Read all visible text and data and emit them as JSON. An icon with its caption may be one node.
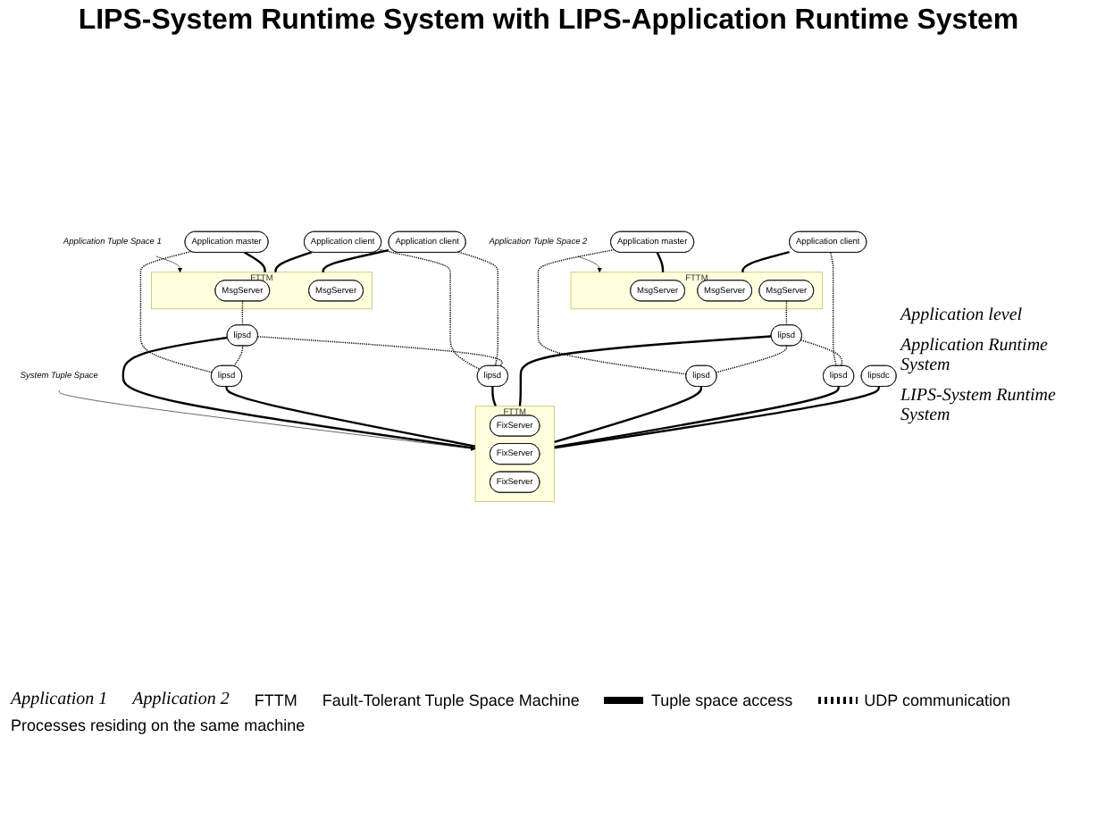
{
  "diagram": {
    "title": "LIPS-System Runtime System with LIPS-Application Runtime System",
    "nodes": [
      {
        "text": [
          "Application Tuple Space 1"
        ]
      },
      {
        "text": [
          "Application master"
        ]
      },
      {
        "text": [
          "Application client"
        ]
      },
      {
        "text": [
          "Application client"
        ]
      },
      {
        "text": [
          "Application Tuple Space 2"
        ]
      },
      {
        "text": [
          "Application master"
        ]
      },
      {
        "text": [
          "Application client"
        ]
      },
      {
        "text": [
          "FTTM"
        ]
      },
      {
        "text": [
          "MsgServer"
        ],
        "in": 7
      },
      {
        "text": [
          "MsgServer"
        ],
        "in": 7
      },
      {
        "text": [
          "FTTM"
        ]
      },
      {
        "text": [
          "MsgServer"
        ],
        "in": 10
      },
      {
        "text": [
          "MsgServer"
        ],
        "in": 10
      },
      {
        "text": [
          "MsgServer"
        ],
        "in": 10
      },
      {
        "text": [
          "lipsd"
        ]
      },
      {
        "text": [
          "lipsd"
        ]
      },
      {
        "text": [
          "lipsd"
        ]
      },
      {
        "text": [
          "lipsd"
        ]
      },
      {
        "text": [
          "lipsd"
        ]
      },
      {
        "text": [
          "lipsd"
        ]
      },
      {
        "text": [
          "FTTM"
        ]
      },
      {
        "text": [
          "FixServer"
        ],
        "in": 20
      },
      {
        "text": [
          "FixServer"
        ],
        "in": 20
      },
      {
        "text": [
          "FixServer"
        ],
        "in": 20
      },
      {
        "text": [
          "System Tuple Space"
        ]
      },
      {
        "text": [
          "lipsdc"
        ]
      }
    ],
    "edges": [
      {
        "from": 0,
        "to": 7,
        "arrow": "to"
      },
      {
        "from": 4,
        "to": 10,
        "arrow": "to"
      },
      {
        "from": 24,
        "to": 20,
        "arrow": "to"
      },
      {
        "from": 1,
        "to": 7,
        "arrow": "none"
      },
      {
        "from": 2,
        "to": 7,
        "arrow": "none"
      },
      {
        "from": 3,
        "to": 7,
        "arrow": "none"
      },
      {
        "from": 5,
        "to": 10,
        "arrow": "none"
      },
      {
        "from": 6,
        "to": 10,
        "arrow": "none"
      },
      {
        "from": 1,
        "to": 15,
        "arrow": "none",
        "style": "dashed"
      },
      {
        "from": 2,
        "to": 16,
        "arrow": "none",
        "style": "dashed"
      },
      {
        "from": 3,
        "to": 16,
        "arrow": "none",
        "style": "dashed"
      },
      {
        "from": 8,
        "to": 14,
        "arrow": "none",
        "style": "dashed"
      },
      {
        "from": 13,
        "to": 17,
        "arrow": "none",
        "style": "dashed"
      },
      {
        "from": 5,
        "to": 18,
        "arrow": "none",
        "style": "dashed"
      },
      {
        "from": 6,
        "to": 19,
        "arrow": "none",
        "style": "dashed"
      },
      {
        "from": 14,
        "to": 15,
        "arrow": "none",
        "style": "dashed"
      },
      {
        "from": 14,
        "to": 16,
        "arrow": "none",
        "style": "dashed"
      },
      {
        "from": 17,
        "to": 18,
        "arrow": "none",
        "style": "dashed"
      },
      {
        "from": 17,
        "to": 19,
        "arrow": "none",
        "style": "dashed"
      },
      {
        "from": 14,
        "to": 20,
        "arrow": "none"
      },
      {
        "from": 15,
        "to": 20,
        "arrow": "none"
      },
      {
        "from": 16,
        "to": 20,
        "arrow": "none"
      },
      {
        "from": 17,
        "to": 20,
        "arrow": "none"
      },
      {
        "from": 18,
        "to": 20,
        "arrow": "none"
      },
      {
        "from": 19,
        "to": 20,
        "arrow": "none"
      },
      {
        "from": 25,
        "to": 20,
        "arrow": "none"
      }
    ],
    "labels": [
      "Application 1",
      "Application 2",
      "Application level",
      "Application Runtime System",
      "LIPS-System Runtime System",
      "FTTM",
      "Fault-Tolerant Tuple Space Machine"
    ],
    "legend": [
      {
        "text": "Tuple space access"
      },
      {
        "text": "UDP communication"
      },
      {
        "text": "Processes residing on the same machine"
      }
    ]
  }
}
